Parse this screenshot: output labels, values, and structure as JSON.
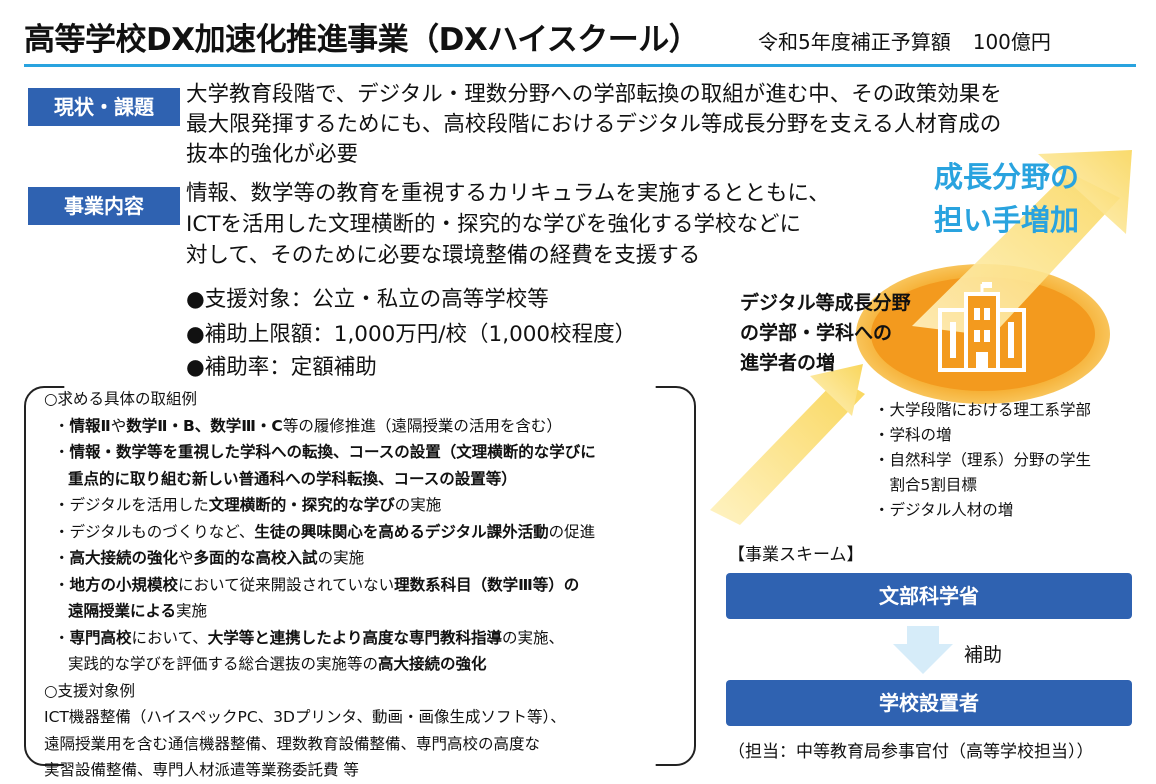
{
  "header": {
    "title": "高等学校DX加速化推進事業（DXハイスクール）",
    "budget_label": "令和5年度補正予算額",
    "budget_amount": "100億円"
  },
  "current_issues": {
    "label": "現状・課題",
    "lines": [
      "大学教育段階で、デジタル・理数分野への学部転換の取組が進む中、その政策効果を",
      "最大限発揮するためにも、高校段階におけるデジタル等成長分野を支える人材育成の",
      "抜本的強化が必要"
    ]
  },
  "project_content": {
    "label": "事業内容",
    "lines": [
      "情報、数学等の教育を重視するカリキュラムを実施するとともに、",
      "ICTを活用した文理横断的・探究的な学びを強化する学校などに",
      "対して、そのために必要な環境整備の経費を支援する"
    ],
    "bullets": [
      "●支援対象：公立・私立の高等学校等",
      "●補助上限額：1,000万円/校（1,000校程度）",
      "●補助率：定額補助"
    ]
  },
  "examples": {
    "heading": "○求める具体の取組例",
    "items": [
      [
        "・",
        "情報Ⅱ",
        "や",
        "数学Ⅱ・B、数学Ⅲ・C",
        "等の履修推進（遠隔授業の活用を含む）"
      ],
      [
        "・",
        "情報・数学等を重視した学科への転換、コースの設置（文理横断的な学びに",
        "",
        "",
        ""
      ],
      [
        "",
        "重点的に取り組む新しい普通科への学科転換、コースの設置等）",
        "",
        "",
        ""
      ],
      [
        "・デジタルを活用した",
        "文理横断的・探究的な学び",
        "の実施",
        "",
        ""
      ],
      [
        "・デジタルものづくりなど、",
        "生徒の興味関心を高めるデジタル課外活動",
        "の促進",
        "",
        ""
      ],
      [
        "・",
        "高大接続の強化",
        "や",
        "多面的な高校入試",
        "の実施"
      ],
      [
        "・",
        "地方の小規模校",
        "において従来開設されていない",
        "理数系科目（数学Ⅲ等）の",
        ""
      ],
      [
        "",
        "遠隔授業による",
        "実施",
        "",
        ""
      ],
      [
        "・",
        "専門高校",
        "において、",
        "大学等と連携したより高度な専門教科指導",
        "の実施、"
      ],
      [
        "",
        "実践的な学びを評価する総合選抜の実施等の",
        "高大接続の強化",
        "",
        ""
      ]
    ],
    "support_heading": "○支援対象例",
    "support_lines": [
      "ICT機器整備（ハイスペックPC、3Dプリンタ、動画・画像生成ソフト等）、",
      "遠隔授業用を含む通信機器整備、理数教育設備整備、専門高校の高度な",
      "実習設備整備、専門人材派遣等業務委託費 等"
    ]
  },
  "growth": {
    "title_line1": "成長分野の",
    "title_line2": "担い手増加",
    "digital_line1": "デジタル等成長分野",
    "digital_line2": "の学部・学科への",
    "digital_line3": "進学者の増",
    "outcomes": [
      "・大学段階における理工系学部",
      "・学科の増",
      "・自然科学（理系）分野の学生",
      "　割合5割目標",
      "・デジタル人材の増"
    ]
  },
  "scheme": {
    "label": "【事業スキーム】",
    "top": "文部科学省",
    "arrow_label": "補助",
    "bottom": "学校設置者",
    "contact": "（担当：中等教育局参事官付（高等学校担当））"
  },
  "colors": {
    "label_blue": "#2f62b1",
    "accent_cyan": "#29a3df",
    "orange": "#f39a1e",
    "arrow_yellow": "#fbe38a"
  },
  "icons": [
    "school-building-icon",
    "growth-arrow-icon",
    "down-arrow-icon"
  ]
}
